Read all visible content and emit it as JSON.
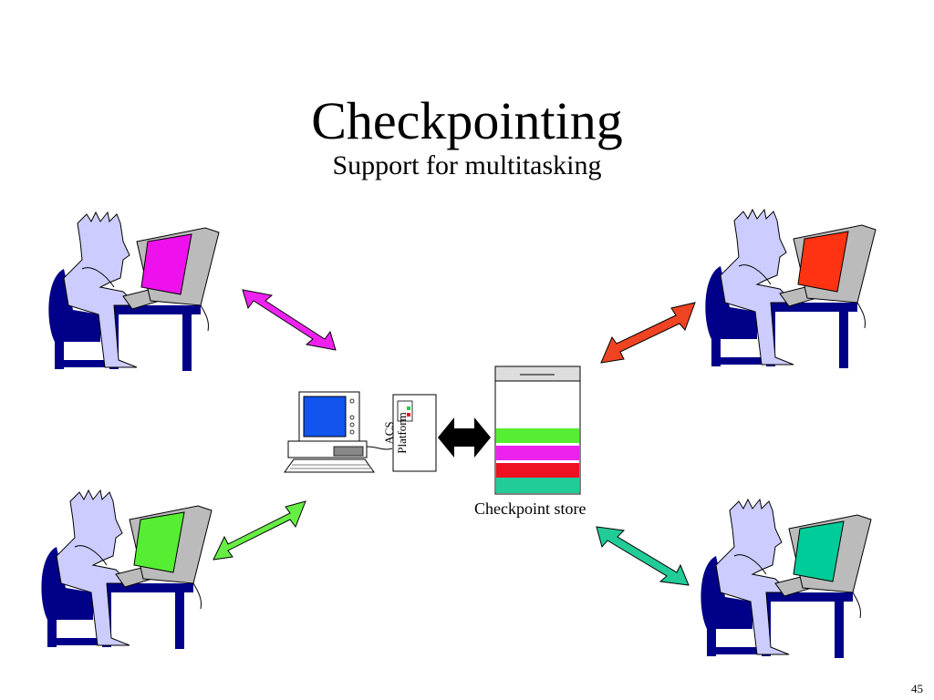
{
  "slide": {
    "title": "Checkpointing",
    "subtitle": "Support for multitasking",
    "page_number": "45"
  },
  "platform": {
    "label_line1": "ACS",
    "label_line2": "Platform"
  },
  "store": {
    "label": "Checkpoint store",
    "bands": [
      "#55ee33",
      "#ee22ee",
      "#ee1122",
      "#22cc99"
    ]
  },
  "users": [
    {
      "name": "user-top-left",
      "screen_color": "#ee11ee"
    },
    {
      "name": "user-top-right",
      "screen_color": "#ff3311"
    },
    {
      "name": "user-bottom-left",
      "screen_color": "#55ee33"
    },
    {
      "name": "user-bottom-right",
      "screen_color": "#00cc99"
    }
  ],
  "colors": {
    "desk": "#000088",
    "person": "#ccccff",
    "monitor": "#bbbbbb",
    "workstation_screen": "#1155ee"
  }
}
